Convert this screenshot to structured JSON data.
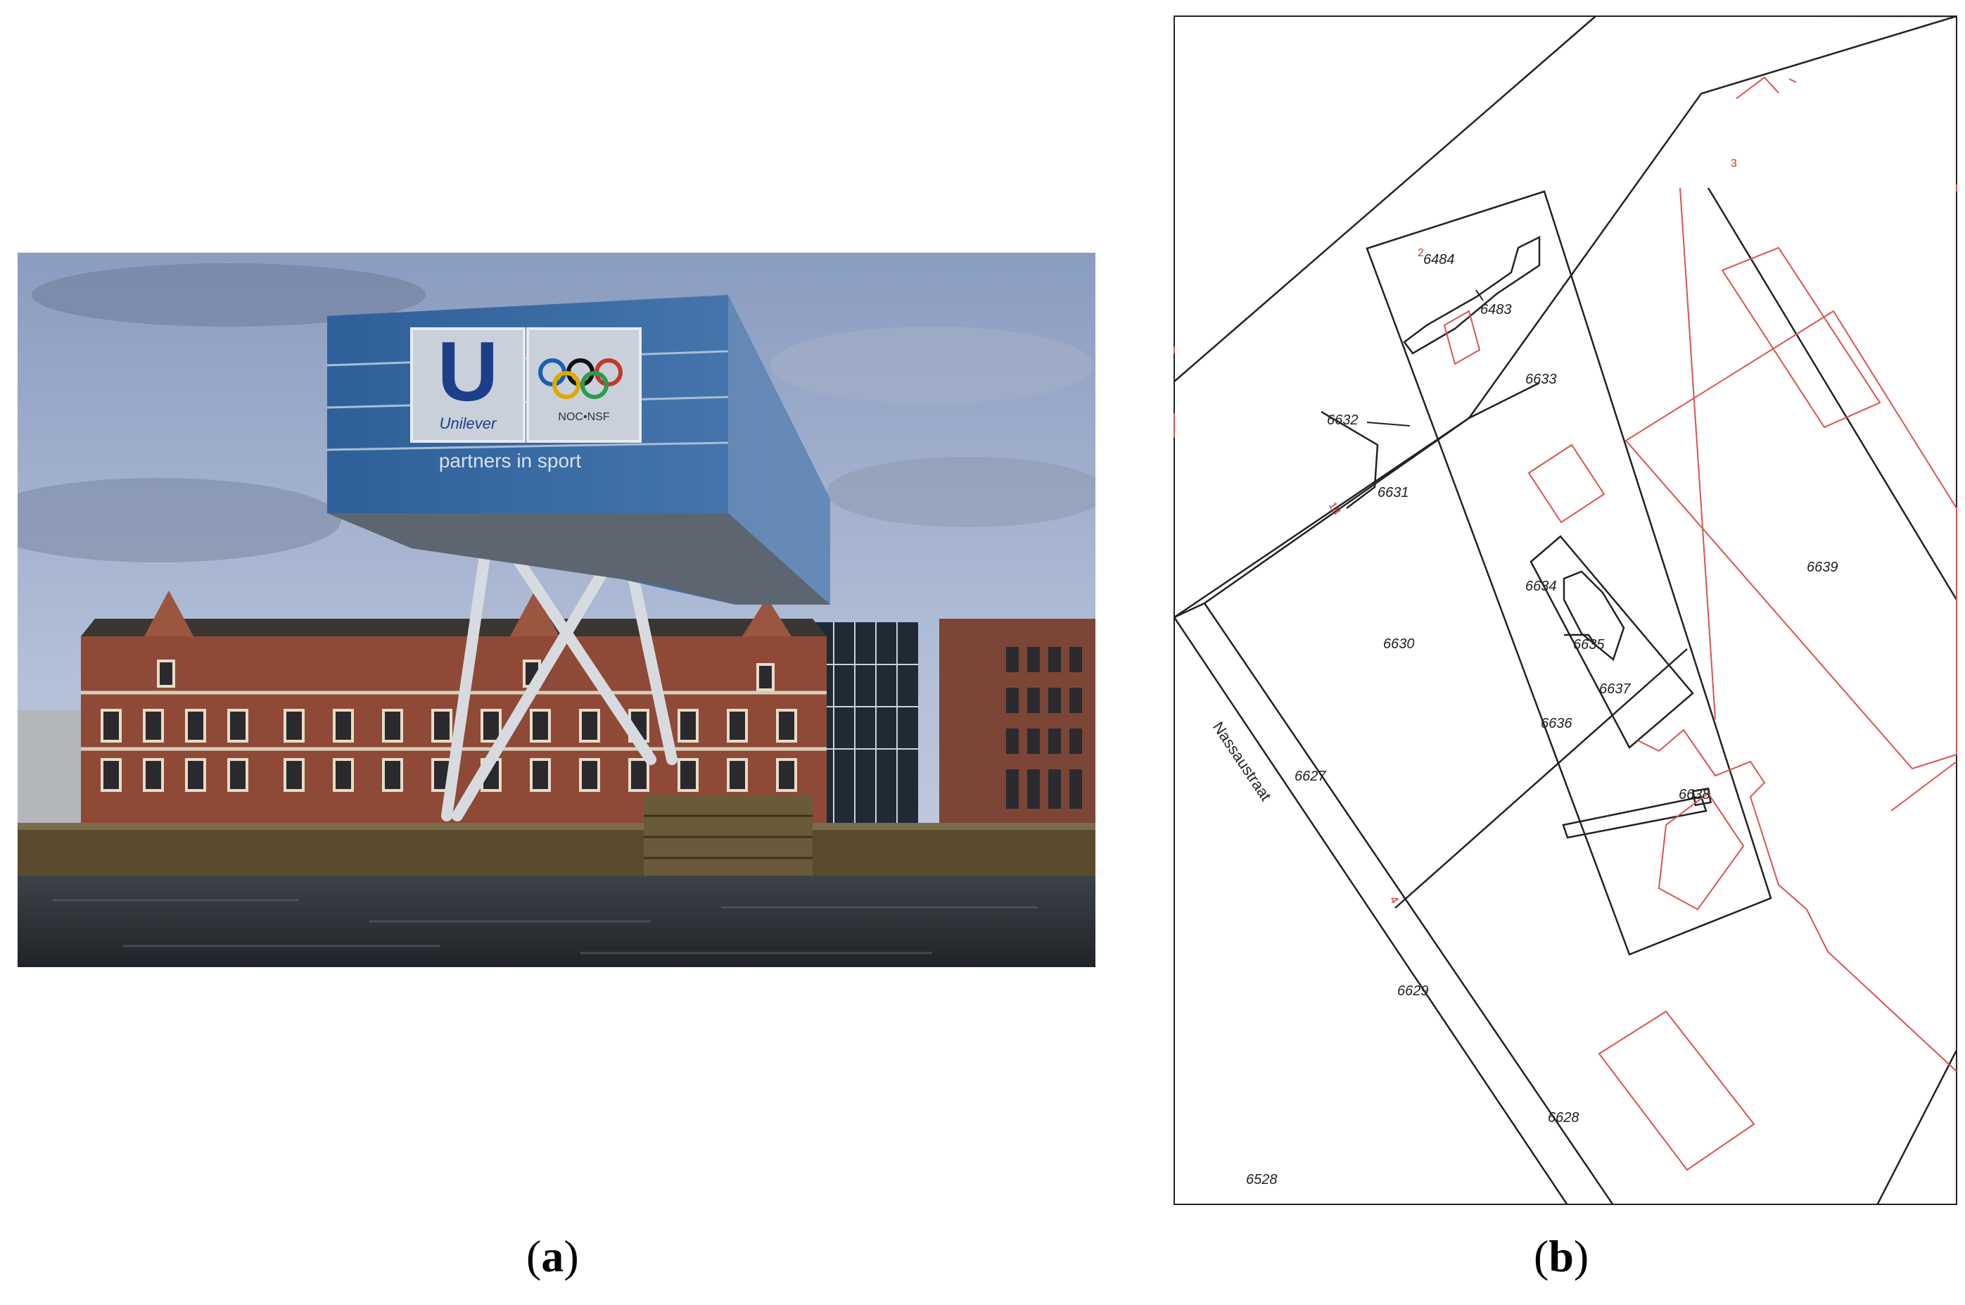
{
  "panels": [
    {
      "caption_open": "(",
      "caption_letter": "a",
      "caption_close": ")",
      "photo": {
        "sign_brand": "Unilever",
        "sign_slogan": "partners in sport",
        "sign_partner": "NOC•NSF",
        "colors": {
          "sky": "#9fb0cf",
          "glass": "#3f6fa8",
          "brick": "#8e4a36",
          "water": "#2b2f33",
          "quay": "#5a4b2c"
        }
      }
    },
    {
      "caption_open": "(",
      "caption_letter": "b",
      "caption_close": ")",
      "map": {
        "street_name": "Nassaustraat",
        "parcel_labels": [
          "6484",
          "6483",
          "6633",
          "6632",
          "6631",
          "6630",
          "6634",
          "6635",
          "6637",
          "6636",
          "6639",
          "6638",
          "6627",
          "6629",
          "6628",
          "6528"
        ],
        "house_numbers": [
          "3",
          "18",
          "4",
          "2"
        ],
        "colors": {
          "parcel_line": "#222222",
          "building_line": "#d9534f",
          "house_number": "#c0392b"
        }
      }
    }
  ]
}
